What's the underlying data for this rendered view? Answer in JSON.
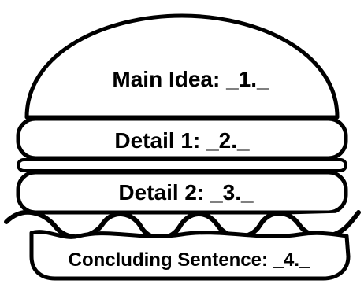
{
  "diagram": {
    "title": "",
    "layers": [
      {
        "id": "top-bun",
        "label": "Main Idea: _1._"
      },
      {
        "id": "layer-1",
        "label": "Detail 1: _2._"
      },
      {
        "id": "layer-2",
        "label": "Detail 2: _3._"
      },
      {
        "id": "bottom-bun",
        "label": "Concluding Sentence: _4._"
      }
    ],
    "colors": {
      "stroke": "#000000",
      "fill": "#ffffff"
    }
  }
}
